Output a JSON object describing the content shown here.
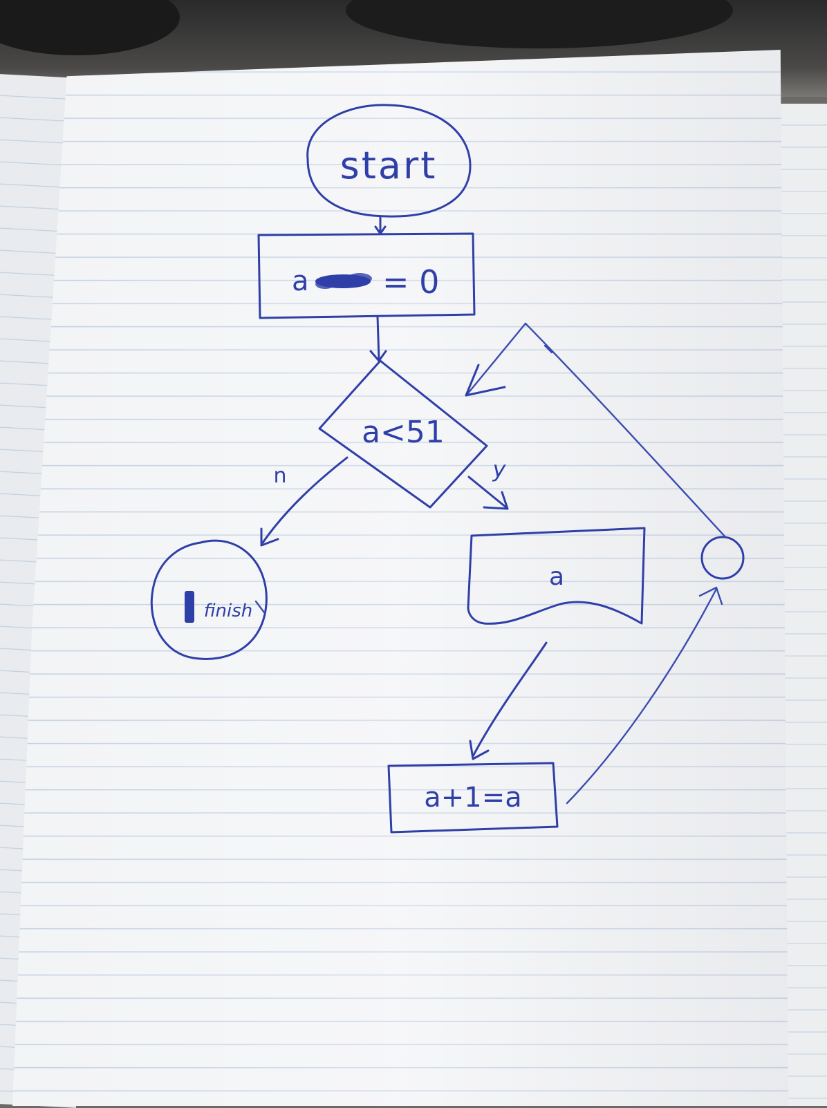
{
  "diagram": {
    "ink_color": "#2f3fa8",
    "start_label": "start",
    "init_label_var": "a",
    "init_label_rest": "= 0",
    "condition_label": "a<51",
    "no_label": "n",
    "yes_label": "y",
    "finish_label": "finish",
    "output_label": "a",
    "increment_label": "a+1=a"
  }
}
